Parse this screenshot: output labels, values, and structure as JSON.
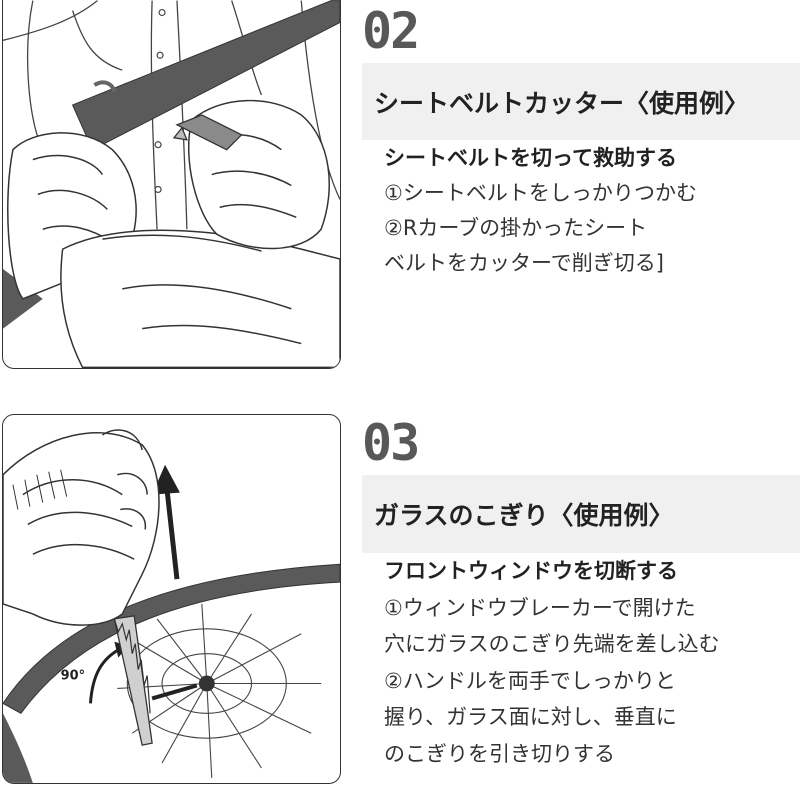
{
  "section1": {
    "number": "02",
    "title": "シートベルトカッター〈使用例〉",
    "lead": "シートベルトを切って救助する",
    "lines": [
      "①シートベルトをしっかりつかむ",
      "②Rカーブの掛かったシート",
      "ベルトをカッターで削ぎ切る]"
    ]
  },
  "section2": {
    "number": "03",
    "title": "ガラスのこぎり〈使用例〉",
    "lead": "フロントウィンドウを切断する",
    "lines": [
      "①ウィンドウブレーカーで開けた",
      "穴にガラスのこぎり先端を差し込む",
      "②ハンドルを両手でしっかりと",
      "握り、ガラス面に対し、垂直に",
      "のこぎりを引き切りする"
    ],
    "angle_label": "90°"
  },
  "colors": {
    "belt": "#5a5a5a",
    "band": "#f0f0f0",
    "number": "#585858"
  }
}
